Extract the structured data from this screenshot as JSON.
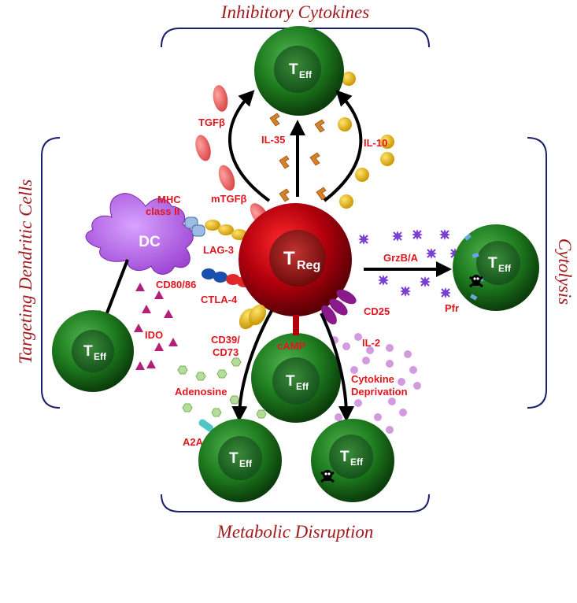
{
  "categories": {
    "top": "Inhibitory Cytokines",
    "left": "Targeting Dendritic Cells",
    "right": "Cytolysis",
    "bottom": "Metabolic Disruption"
  },
  "cells": {
    "treg": {
      "main": "T",
      "sub": "Reg"
    },
    "teff": {
      "main": "T",
      "sub": "Eff"
    },
    "dc": "DC"
  },
  "labels": {
    "tgfb": "TGFβ",
    "il35": "IL-35",
    "il10": "IL-10",
    "mtgfb": "mTGFβ",
    "mhc_line1": "MHC",
    "mhc_line2": "class II",
    "lag3": "LAG-3",
    "cd80": "CD80/86",
    "ctla4": "CTLA-4",
    "ido": "IDO",
    "grzb": "GrzB/A",
    "pfr": "Pfr",
    "cd25": "CD25",
    "il2": "IL-2",
    "cyto_line1": "Cytokine",
    "cyto_line2": "Deprivation",
    "camp": "cAMP",
    "cd39_line1": "CD39/",
    "cd39_line2": "CD73",
    "adenosine": "Adenosine",
    "a2a": "A2A"
  },
  "colors": {
    "teff_green": "#1e7a1e",
    "treg_red": "#b3000d",
    "dc_purple": "#a24fd6",
    "label_red": "#e0161e",
    "category_red": "#a01a1e",
    "bracket_navy": "#1a1f6b"
  }
}
